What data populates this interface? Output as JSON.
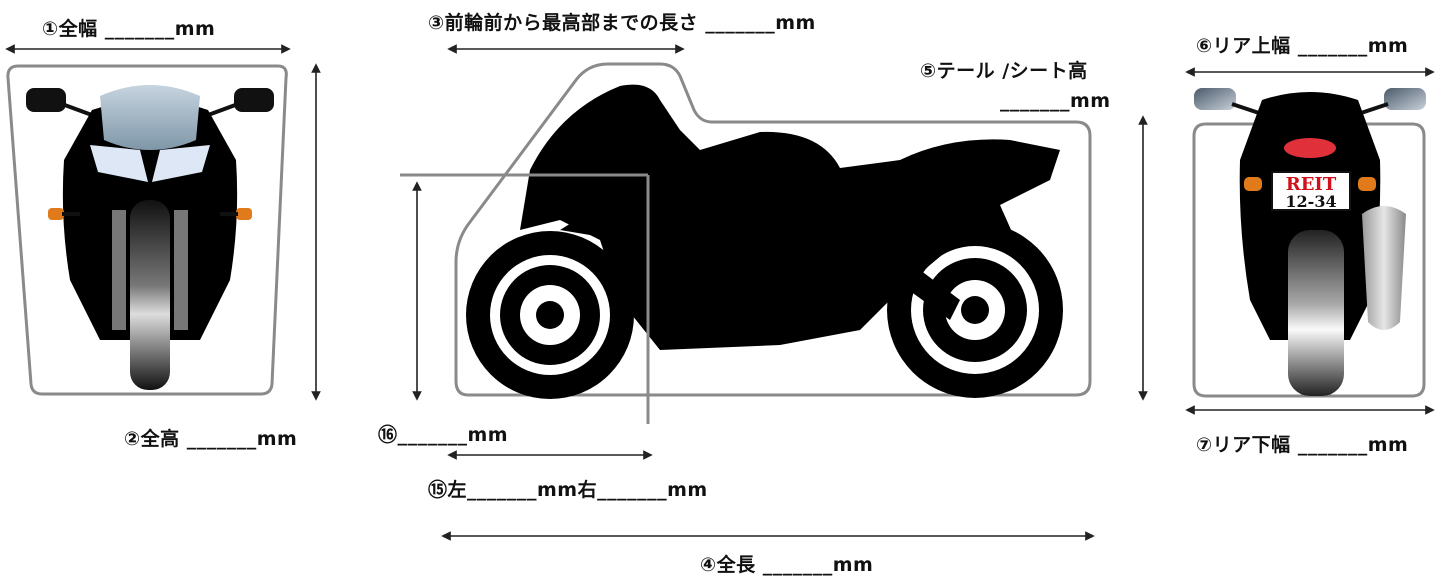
{
  "labels": {
    "full_width": "①全幅 _______mm",
    "full_height": "②全高 _______mm",
    "front_to_top": "③前輪前から最高部までの長さ _______mm",
    "full_length": "④全長 _______mm",
    "tail_seat_height_title": "⑤テール /シート高",
    "tail_seat_height_value": "_______mm",
    "rear_upper_width": "⑥リア上幅 _______mm",
    "rear_lower_width": "⑦リア下幅 _______mm",
    "left_right": "⑮左_______mm右_______mm",
    "item16": "⑯_______mm"
  },
  "plate": {
    "line1": "REIT",
    "line2": "12-34",
    "line1_color": "#d0101a"
  },
  "colors": {
    "outline": "#8a8a8a",
    "arrow": "#222222",
    "silhouette": "#000000",
    "windscreen": "#aebfcc",
    "headlight": "#dde7f5",
    "taillight": "#e0303a",
    "turn_signal": "#e07a1a"
  }
}
